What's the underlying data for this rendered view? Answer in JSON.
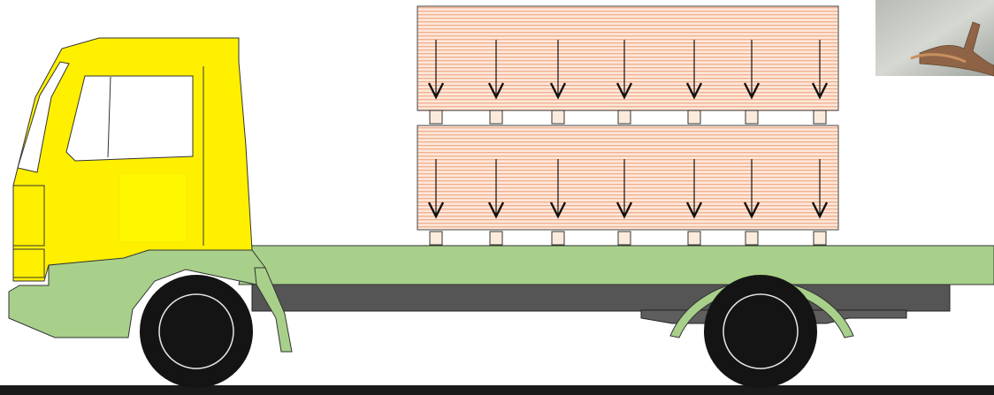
{
  "scene": {
    "subject": "truck",
    "colors": {
      "cab": "#FFF000",
      "cab_panel": "#FFF700",
      "chassis": "#A8D08A",
      "frame": "#555555",
      "tire": "#141414",
      "ground": "#1a1a1a",
      "load": "#FCE7D8",
      "load_stripe": "#F2AE8E",
      "spacer": "#FAEBDD"
    },
    "load_stacks": [
      {
        "arrow_count": 7,
        "spacer_count": 7
      },
      {
        "arrow_count": 7,
        "spacer_count": 7
      }
    ],
    "wheels": [
      {
        "position": "front"
      },
      {
        "position": "rear"
      }
    ],
    "thumbnail": {
      "icon": "strap-photo-icon"
    }
  }
}
